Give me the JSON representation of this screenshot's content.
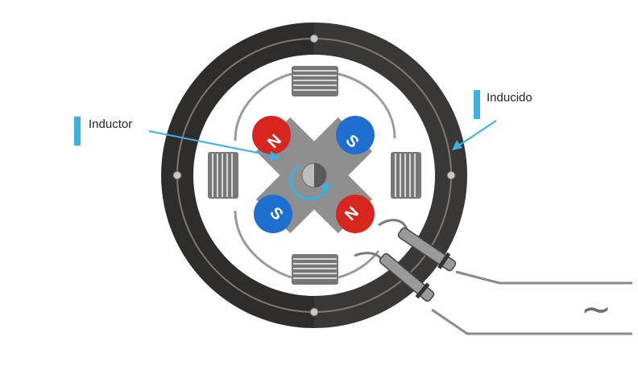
{
  "labels": {
    "inductor": "Inductor",
    "inducido": "Inducido"
  },
  "poles": {
    "top_left": "N",
    "top_right": "S",
    "bottom_left": "S",
    "bottom_right": "N"
  },
  "ac_symbol": "~",
  "colors": {
    "housing": "#2f2d2c",
    "housing_right": "#3a3836",
    "rotor": "#8f8f8f",
    "north_pole": "#d7261e",
    "south_pole": "#1f6fd0",
    "arrow": "#3ab1e0",
    "label_marker": "#3ab1e0",
    "coil": "#8a8a8a",
    "wire": "#8a8a8a"
  },
  "icons": [
    "rotation-arrow-icon",
    "ac-source-icon"
  ]
}
